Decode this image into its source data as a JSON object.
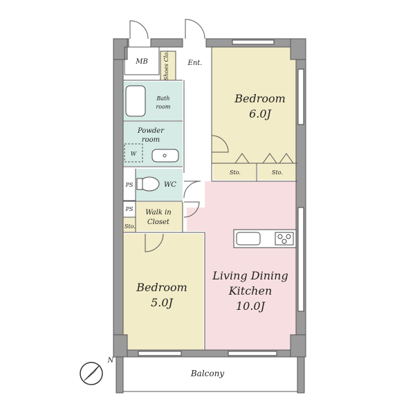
{
  "rooms": {
    "mb": "MB",
    "entrance": "Ent.",
    "shoes_closet": "Shoes Clo.",
    "bath_line1": "Bath",
    "bath_line2": "room",
    "powder_line1": "Powder",
    "powder_line2": "room",
    "washer": "W",
    "wc": "WC",
    "ps_upper": "PS",
    "ps_lower": "PS",
    "walk_in_line1": "Walk in",
    "walk_in_line2": "Closet",
    "storage_left": "Sto.",
    "bedroom_main_line1": "Bedroom",
    "bedroom_main_line2": "6.0J",
    "storage_bed1": "Sto.",
    "storage_bed2": "Sto.",
    "bedroom_small_line1": "Bedroom",
    "bedroom_small_line2": "5.0J",
    "ldk_line1": "Living Dining",
    "ldk_line2": "Kitchen",
    "ldk_line3": "10.0J",
    "balcony": "Balcony"
  },
  "compass": {
    "north_label": "N"
  },
  "colors": {
    "bedroom": "#f3ecc8",
    "ldk": "#f7dfe1",
    "wet_area": "#d6ebe6",
    "closet": "#f3ecc8",
    "hall": "#ffffff",
    "wall": "#9a9a9a"
  }
}
